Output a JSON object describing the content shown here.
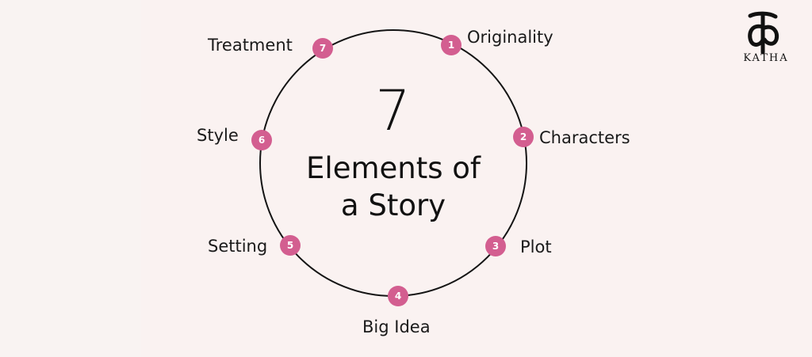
{
  "diagram": {
    "number": "7",
    "title_line_1": "Elements of",
    "title_line_2": "a Story",
    "elements": [
      {
        "index": "1",
        "label": "Originality"
      },
      {
        "index": "2",
        "label": "Characters"
      },
      {
        "index": "3",
        "label": "Plot"
      },
      {
        "index": "4",
        "label": "Big Idea"
      },
      {
        "index": "5",
        "label": "Setting"
      },
      {
        "index": "6",
        "label": "Style"
      },
      {
        "index": "7",
        "label": "Treatment"
      }
    ],
    "colors": {
      "accent": "#d35e90",
      "ring": "#141414",
      "background": "#faf2f1"
    }
  },
  "logo": {
    "text": "KATHA",
    "icon": "katha-glyph-icon"
  }
}
